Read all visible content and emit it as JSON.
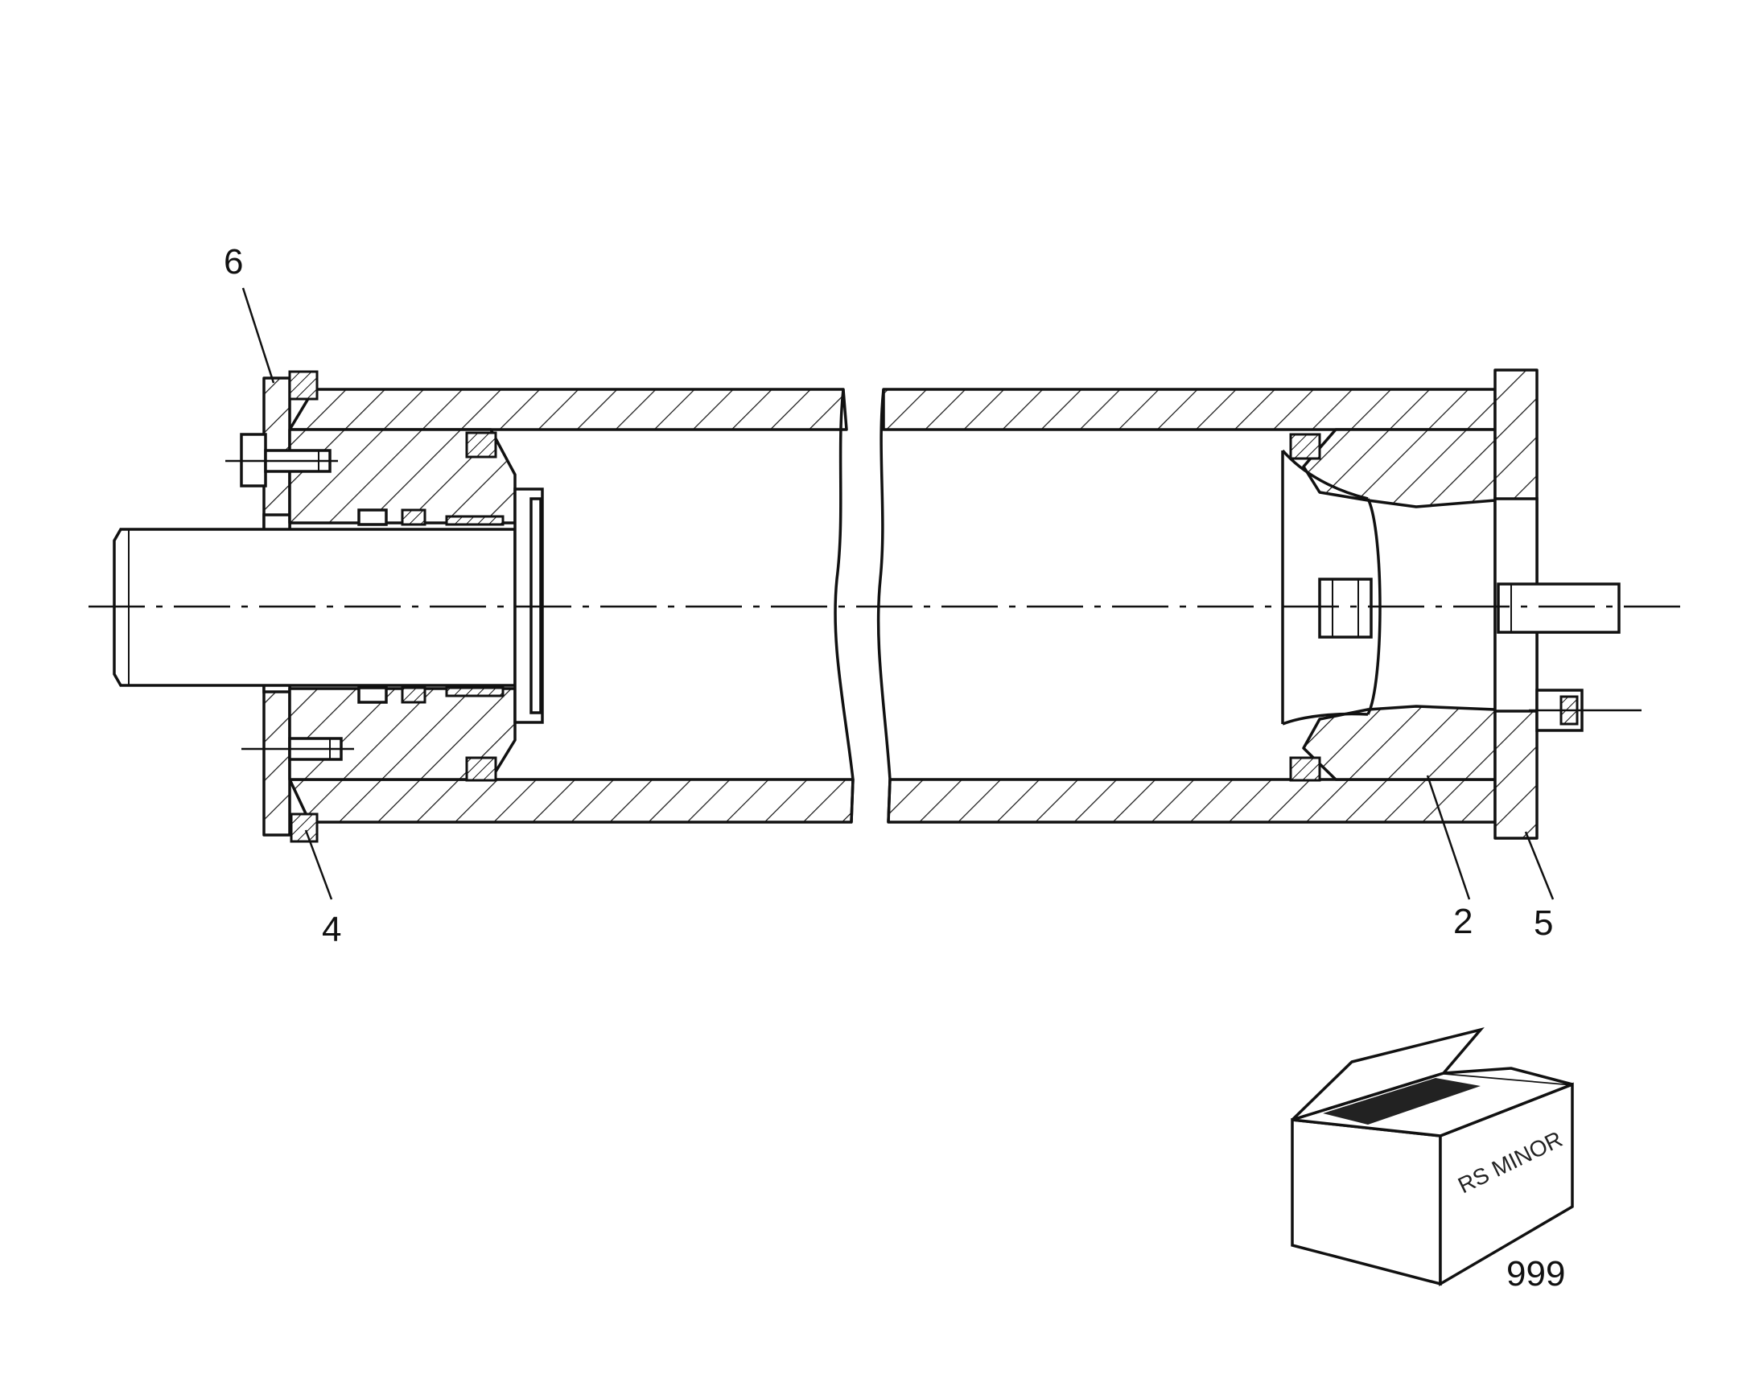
{
  "drawing": {
    "type": "sectional-assembly-drawing",
    "part_labels": {
      "p6": "6",
      "p4": "4",
      "p2": "2",
      "p5": "5",
      "kit": "999"
    },
    "kit_box": {
      "text": "RS MINOR",
      "icon": "cardboard-box-icon"
    }
  }
}
